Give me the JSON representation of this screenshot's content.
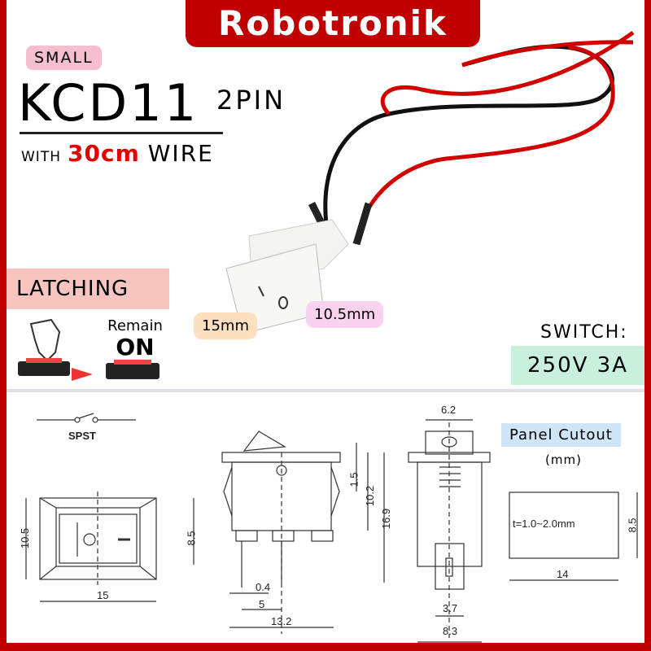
{
  "brand": "Robotronik",
  "tag": "SMALL",
  "model": "KCD11",
  "pins": "2PIN",
  "wire": {
    "with": "WITH",
    "length": "30cm",
    "word": "WIRE"
  },
  "mode": {
    "title": "LATCHING",
    "remain": "Remain",
    "state": "ON"
  },
  "dims": {
    "width": "15mm",
    "height": "10.5mm"
  },
  "switch": {
    "label": "SWITCH:",
    "rating": "250V 3A"
  },
  "drawing": {
    "symbol": "SPST",
    "front": {
      "w": "15",
      "h": "10.5",
      "inner_h": "8.5"
    },
    "side": {
      "pin_w": "0.4",
      "pitch": "5",
      "total": "13.2",
      "h1": "1.5",
      "h2": "10.2",
      "h3": "16.9"
    },
    "end": {
      "top": "6.2",
      "pin": "3.7",
      "body": "8.3"
    },
    "cutout": {
      "title": "Panel Cutout",
      "unit": "(mm)",
      "thickness": "t=1.0~2.0mm",
      "w": "14",
      "h": "8.5"
    }
  },
  "colors": {
    "brand": "#c00000",
    "wire_red": "#e00000"
  }
}
